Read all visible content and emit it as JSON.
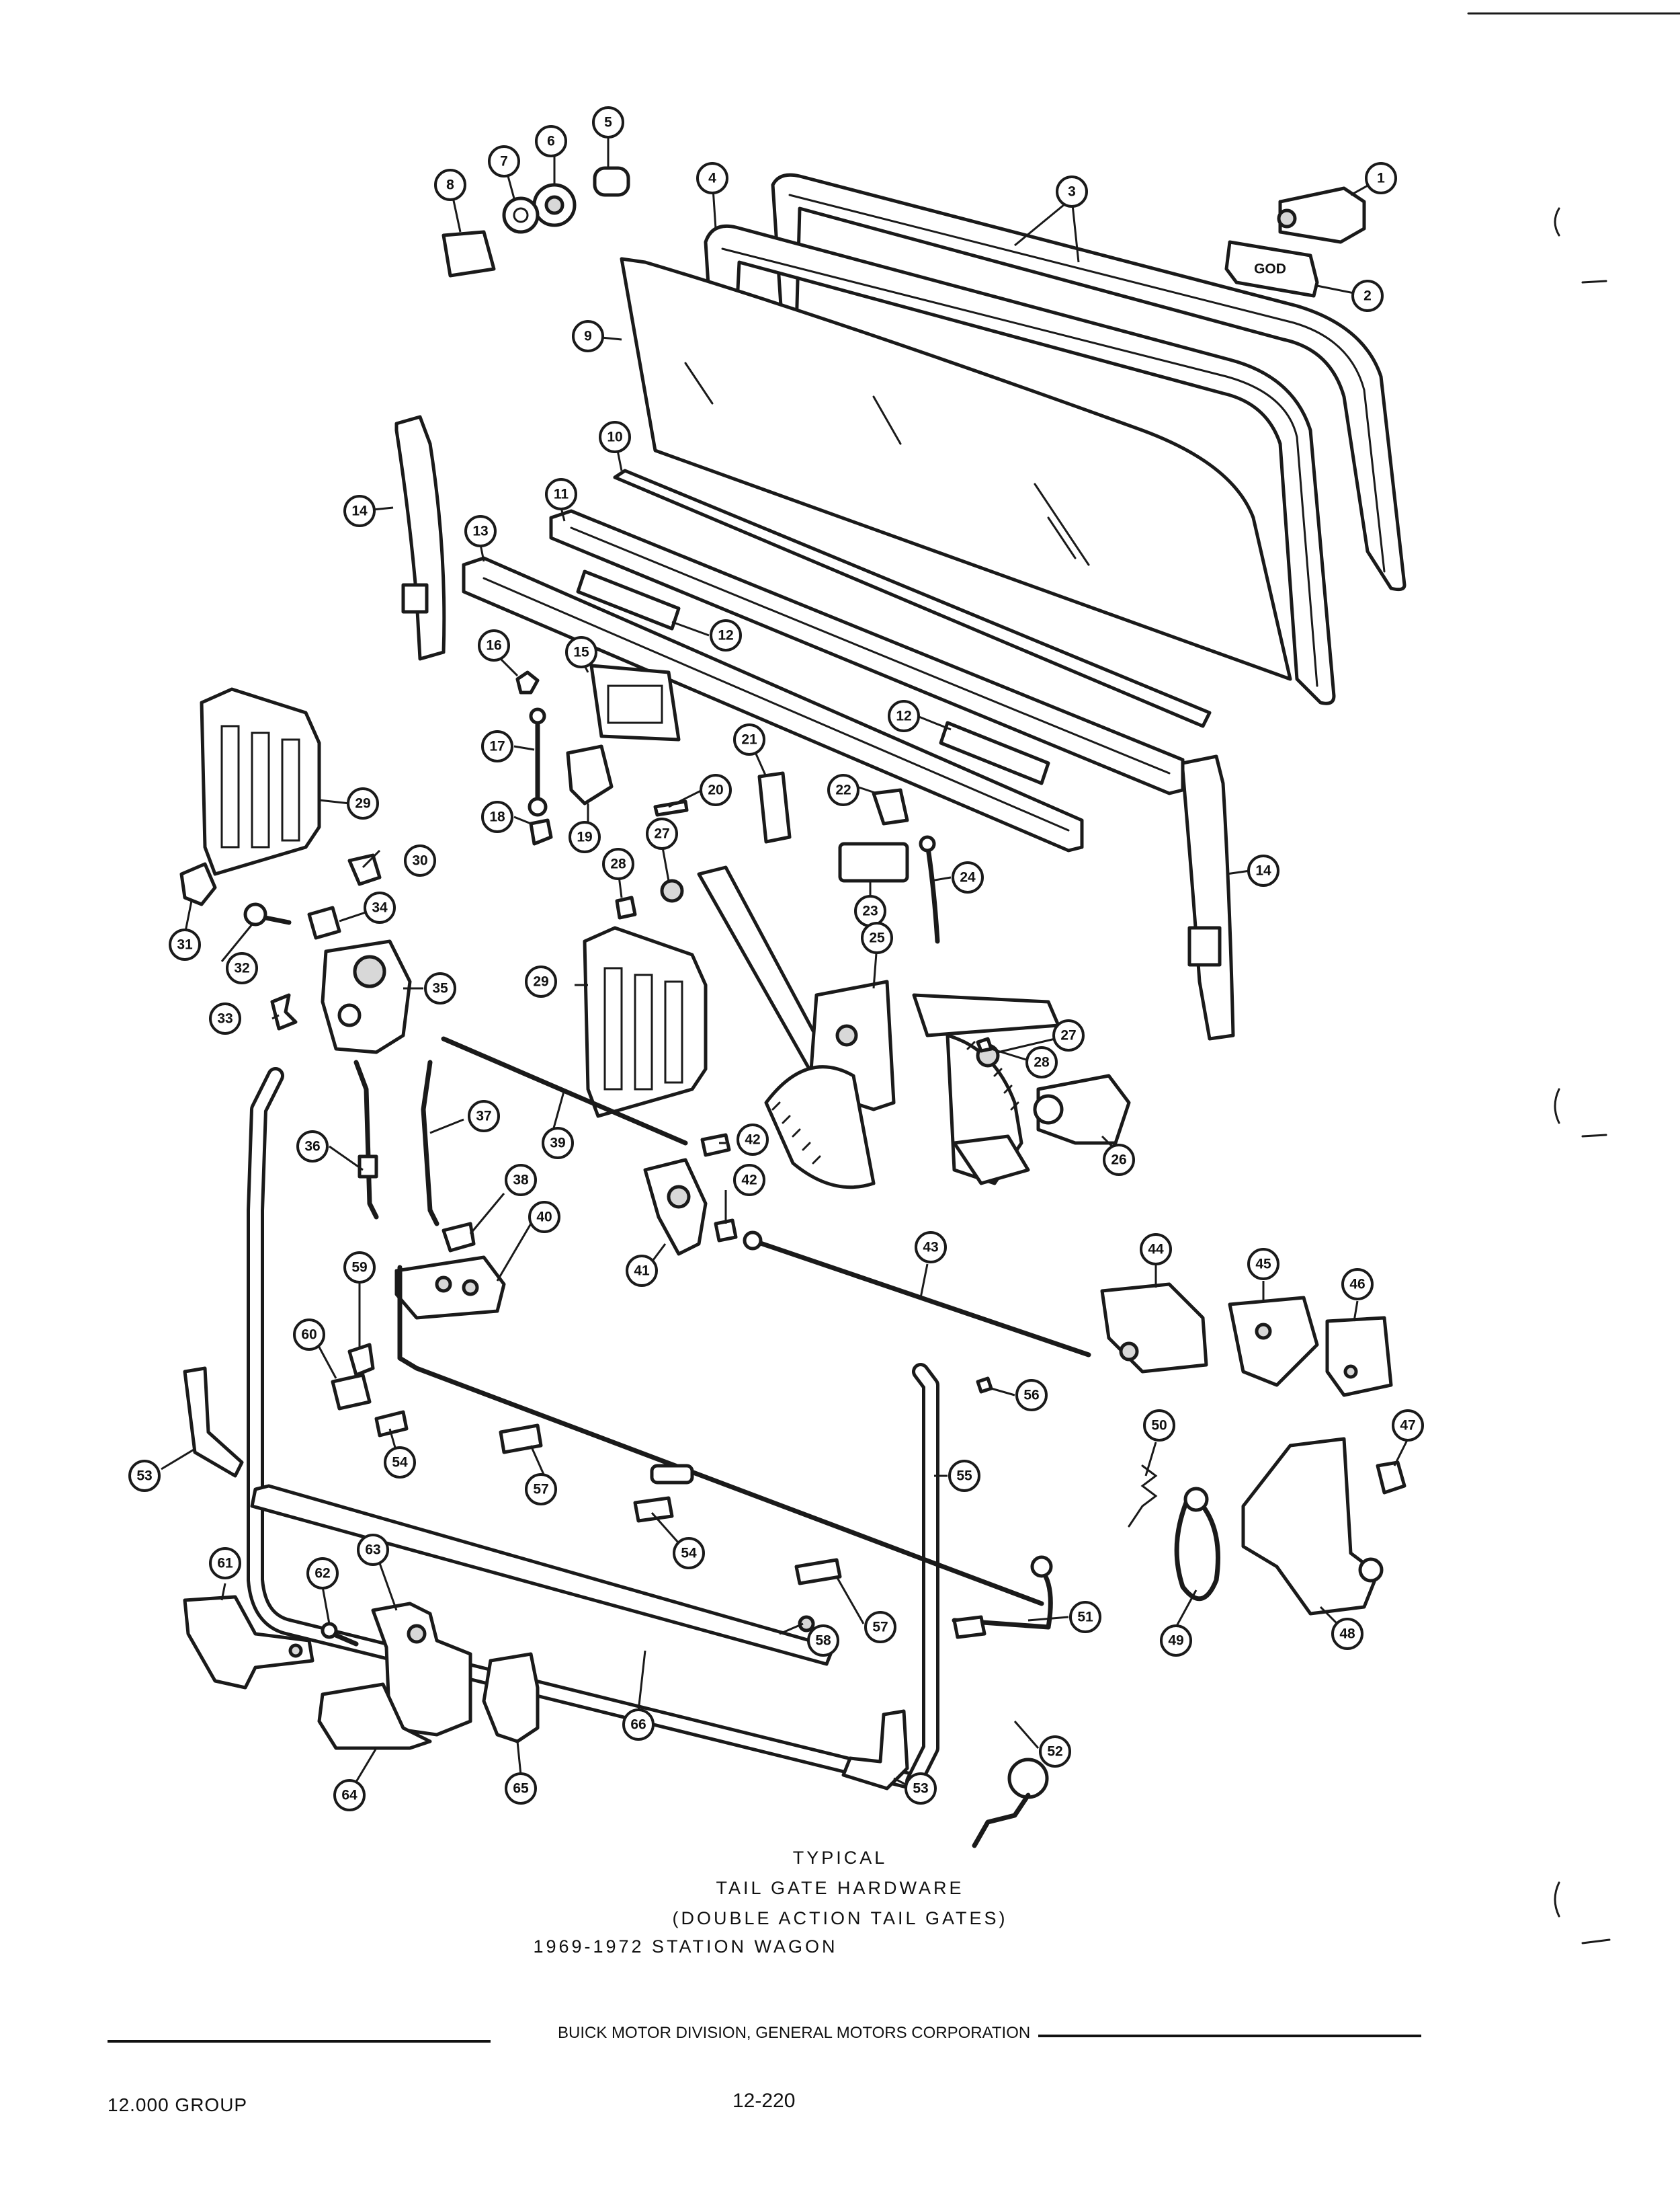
{
  "caption": {
    "line1": "TYPICAL",
    "line2": "TAIL GATE HARDWARE",
    "line3": "(DOUBLE ACTION TAIL GATES)",
    "line4": "1969-1972 STATION WAGON"
  },
  "footer": {
    "division": "BUICK MOTOR DIVISION, GENERAL MOTORS CORPORATION",
    "group": "12.000 GROUP",
    "page_number": "12-220"
  },
  "callouts": [
    "1",
    "2",
    "3",
    "4",
    "5",
    "6",
    "7",
    "8",
    "9",
    "10",
    "11",
    "12",
    "12",
    "13",
    "14",
    "14",
    "15",
    "16",
    "17",
    "18",
    "19",
    "20",
    "21",
    "22",
    "23",
    "24",
    "25",
    "26",
    "27",
    "27",
    "28",
    "28",
    "29",
    "29",
    "30",
    "31",
    "32",
    "33",
    "34",
    "35",
    "36",
    "37",
    "38",
    "39",
    "40",
    "41",
    "42",
    "42",
    "43",
    "44",
    "45",
    "46",
    "47",
    "48",
    "49",
    "50",
    "51",
    "52",
    "53",
    "53",
    "54",
    "54",
    "55",
    "56",
    "57",
    "57",
    "58",
    "59",
    "60",
    "61",
    "62",
    "63",
    "64",
    "65",
    "66"
  ],
  "emblem_text": "GOD"
}
